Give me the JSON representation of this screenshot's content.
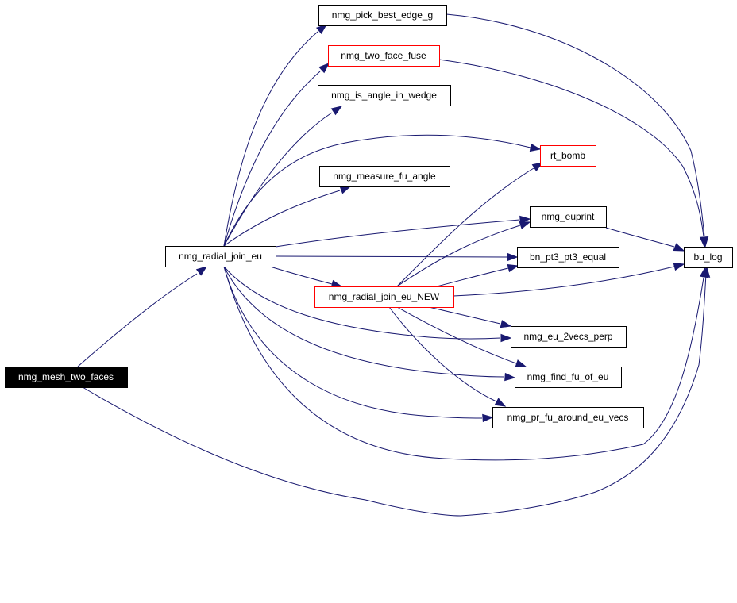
{
  "graph": {
    "nodes": [
      {
        "id": "nmg_mesh_two_faces",
        "label": "nmg_mesh_two_faces",
        "style": "root"
      },
      {
        "id": "nmg_radial_join_eu",
        "label": "nmg_radial_join_eu",
        "style": "normal"
      },
      {
        "id": "nmg_pick_best_edge_g",
        "label": "nmg_pick_best_edge_g",
        "style": "normal"
      },
      {
        "id": "nmg_two_face_fuse",
        "label": "nmg_two_face_fuse",
        "style": "red"
      },
      {
        "id": "nmg_is_angle_in_wedge",
        "label": "nmg_is_angle_in_wedge",
        "style": "normal"
      },
      {
        "id": "rt_bomb",
        "label": "rt_bomb",
        "style": "red"
      },
      {
        "id": "nmg_measure_fu_angle",
        "label": "nmg_measure_fu_angle",
        "style": "normal"
      },
      {
        "id": "nmg_euprint",
        "label": "nmg_euprint",
        "style": "normal"
      },
      {
        "id": "bn_pt3_pt3_equal",
        "label": "bn_pt3_pt3_equal",
        "style": "normal"
      },
      {
        "id": "nmg_radial_join_eu_NEW",
        "label": "nmg_radial_join_eu_NEW",
        "style": "red"
      },
      {
        "id": "bu_log",
        "label": "bu_log",
        "style": "normal"
      },
      {
        "id": "nmg_eu_2vecs_perp",
        "label": "nmg_eu_2vecs_perp",
        "style": "normal"
      },
      {
        "id": "nmg_find_fu_of_eu",
        "label": "nmg_find_fu_of_eu",
        "style": "normal"
      },
      {
        "id": "nmg_pr_fu_around_eu_vecs",
        "label": "nmg_pr_fu_around_eu_vecs",
        "style": "normal"
      }
    ],
    "edges": [
      {
        "from": "nmg_mesh_two_faces",
        "to": "nmg_radial_join_eu"
      },
      {
        "from": "nmg_mesh_two_faces",
        "to": "bu_log"
      },
      {
        "from": "nmg_radial_join_eu",
        "to": "nmg_pick_best_edge_g"
      },
      {
        "from": "nmg_radial_join_eu",
        "to": "nmg_two_face_fuse"
      },
      {
        "from": "nmg_radial_join_eu",
        "to": "nmg_is_angle_in_wedge"
      },
      {
        "from": "nmg_radial_join_eu",
        "to": "rt_bomb"
      },
      {
        "from": "nmg_radial_join_eu",
        "to": "nmg_measure_fu_angle"
      },
      {
        "from": "nmg_radial_join_eu",
        "to": "nmg_euprint"
      },
      {
        "from": "nmg_radial_join_eu",
        "to": "bn_pt3_pt3_equal"
      },
      {
        "from": "nmg_radial_join_eu",
        "to": "nmg_radial_join_eu_NEW"
      },
      {
        "from": "nmg_radial_join_eu",
        "to": "nmg_eu_2vecs_perp"
      },
      {
        "from": "nmg_radial_join_eu",
        "to": "nmg_find_fu_of_eu"
      },
      {
        "from": "nmg_radial_join_eu",
        "to": "nmg_pr_fu_around_eu_vecs"
      },
      {
        "from": "nmg_radial_join_eu",
        "to": "bu_log"
      },
      {
        "from": "nmg_pick_best_edge_g",
        "to": "bu_log"
      },
      {
        "from": "nmg_two_face_fuse",
        "to": "bu_log"
      },
      {
        "from": "nmg_euprint",
        "to": "bu_log"
      },
      {
        "from": "nmg_radial_join_eu_NEW",
        "to": "rt_bomb"
      },
      {
        "from": "nmg_radial_join_eu_NEW",
        "to": "nmg_euprint"
      },
      {
        "from": "nmg_radial_join_eu_NEW",
        "to": "bn_pt3_pt3_equal"
      },
      {
        "from": "nmg_radial_join_eu_NEW",
        "to": "bu_log"
      },
      {
        "from": "nmg_radial_join_eu_NEW",
        "to": "nmg_eu_2vecs_perp"
      },
      {
        "from": "nmg_radial_join_eu_NEW",
        "to": "nmg_find_fu_of_eu"
      },
      {
        "from": "nmg_radial_join_eu_NEW",
        "to": "nmg_pr_fu_around_eu_vecs"
      }
    ]
  }
}
